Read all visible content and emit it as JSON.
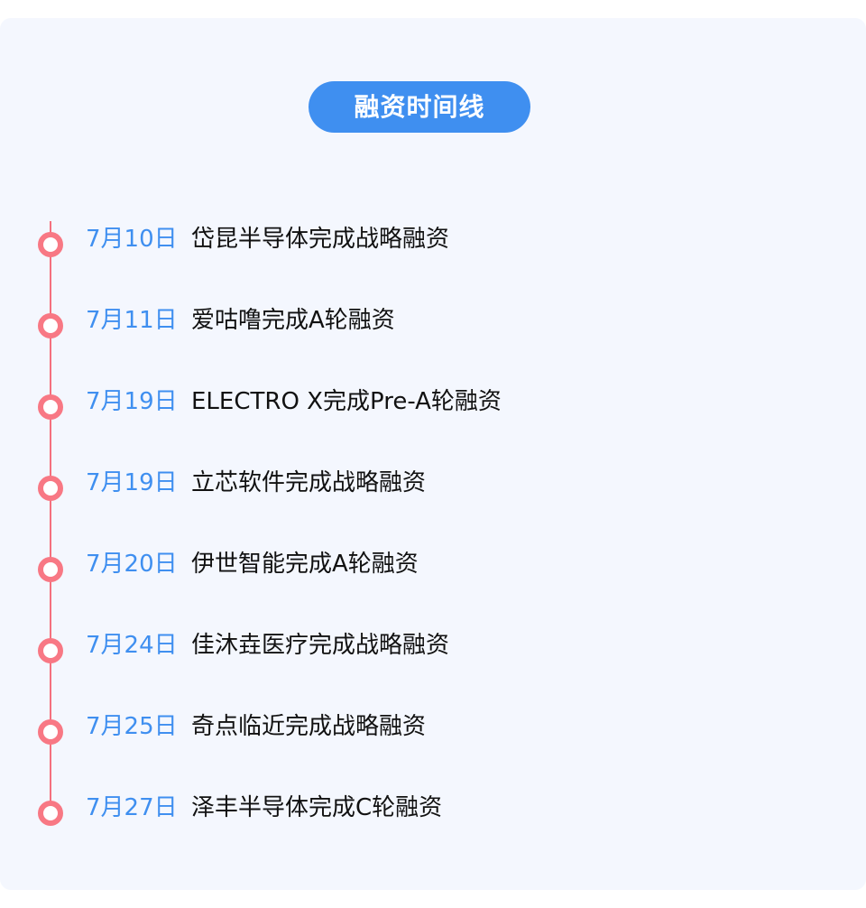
{
  "title": "融资时间线",
  "colors": {
    "accent_blue": "#3f8ff0",
    "timeline_pink": "#f87884",
    "card_background": "#f4f7fe",
    "text": "#111111"
  },
  "timeline": {
    "items": [
      {
        "date": "7月10日",
        "event": "岱昆半导体完成战略融资"
      },
      {
        "date": "7月11日",
        "event": "爱咕噜完成A轮融资"
      },
      {
        "date": "7月19日",
        "event": "ELECTRO X完成Pre-A轮融资"
      },
      {
        "date": "7月19日",
        "event": "立芯软件完成战略融资"
      },
      {
        "date": "7月20日",
        "event": "伊世智能完成A轮融资"
      },
      {
        "date": "7月24日",
        "event": "佳沐垚医疗完成战略融资"
      },
      {
        "date": "7月25日",
        "event": "奇点临近完成战略融资"
      },
      {
        "date": "7月27日",
        "event": "泽丰半导体完成C轮融资"
      }
    ]
  }
}
